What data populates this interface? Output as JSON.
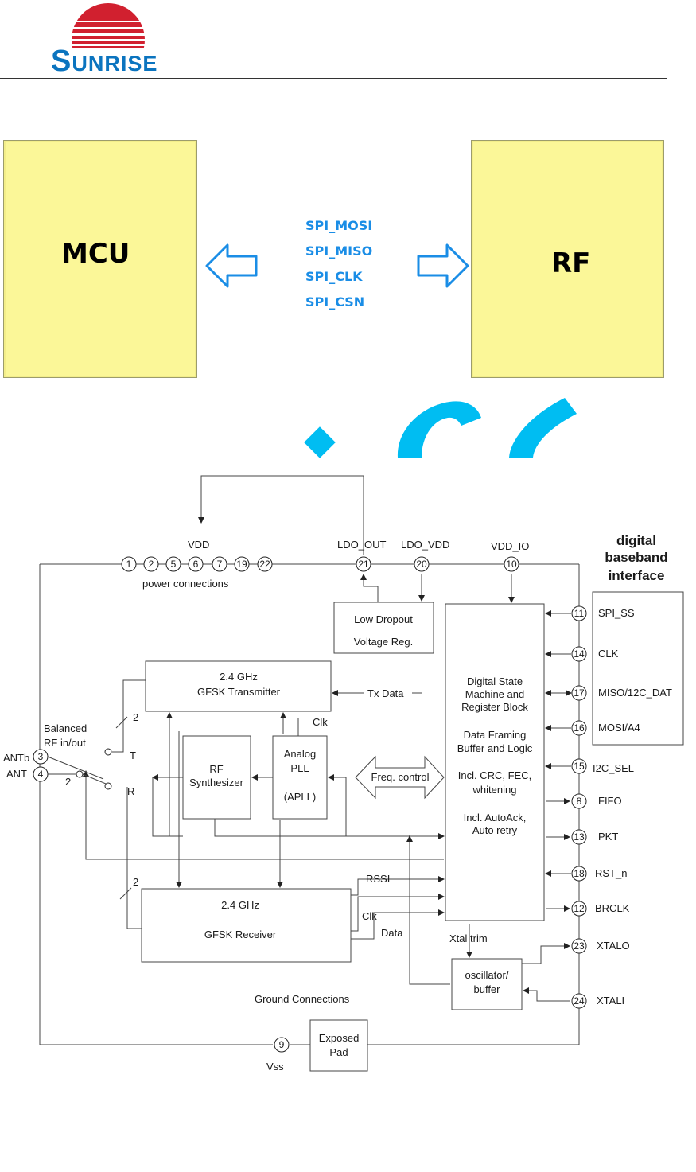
{
  "header": {
    "logo_text_first": "S",
    "logo_text_rest": "UNRISE"
  },
  "top_diagram": {
    "mcu_label": "MCU",
    "rf_label": "RF",
    "spi_signals": [
      "SPI_MOSI",
      "SPI_MISO",
      "SPI_CLK",
      "SPI_CSN"
    ]
  },
  "block_diagram": {
    "title_digital": [
      "digital",
      "baseband",
      "interface"
    ],
    "vdd": "VDD",
    "ldo_out": "LDO_OUT",
    "ldo_vdd": "LDO_VDD",
    "vdd_io": "VDD_IO",
    "power_connections": "power connections",
    "power_pins": [
      "1",
      "2",
      "5",
      "6",
      "7",
      "19",
      "22"
    ],
    "ldo_out_pin": "21",
    "ldo_vdd_pin": "20",
    "vdd_io_pin": "10",
    "ldo_block": [
      "Low Dropout",
      "Voltage Reg."
    ],
    "transmitter": [
      "2.4 GHz",
      "GFSK Transmitter"
    ],
    "receiver": [
      "2.4 GHz",
      "GFSK Receiver"
    ],
    "synth": [
      "RF",
      "Synthesizer"
    ],
    "pll": [
      "Analog",
      "PLL",
      "(APLL)"
    ],
    "freq_control": "Freq. control",
    "tx_data": "Tx Data",
    "clk_a": "Clk",
    "clk_b": "Clk",
    "rssi": "RSSI",
    "data": "Data",
    "xtal_trim": "Xtal trim",
    "oscillator": [
      "oscillator/",
      "buffer"
    ],
    "ground_connections": "Ground Connections",
    "exposed_pad": [
      "Exposed",
      "Pad"
    ],
    "vss": "Vss",
    "vss_pin": "9",
    "balanced": [
      "Balanced",
      "RF in/out"
    ],
    "antb": "ANTb",
    "ant": "ANT",
    "antb_pin": "3",
    "ant_pin": "4",
    "sw_t": "T",
    "sw_r": "R",
    "bus_2a": "2",
    "bus_2b": "2",
    "bus_2c": "2",
    "state_machine": [
      "Digital State",
      "Machine and",
      "Register Block",
      "Data Framing",
      "Buffer and Logic",
      "Incl. CRC, FEC,",
      "whitening",
      "Incl. AutoAck,",
      "Auto retry"
    ],
    "right_pins": [
      {
        "num": "11",
        "label": "SPI_SS"
      },
      {
        "num": "14",
        "label": "CLK"
      },
      {
        "num": "17",
        "label": "MISO/12C_DAT"
      },
      {
        "num": "16",
        "label": "MOSI/A4"
      },
      {
        "num": "15",
        "label": "I2C_SEL"
      },
      {
        "num": "8",
        "label": "FIFO"
      },
      {
        "num": "13",
        "label": "PKT"
      },
      {
        "num": "18",
        "label": "RST_n"
      },
      {
        "num": "12",
        "label": "BRCLK"
      },
      {
        "num": "23",
        "label": "XTALO"
      },
      {
        "num": "24",
        "label": "XTALI"
      }
    ]
  },
  "colors": {
    "logo_red": "#d1202f",
    "logo_blue": "#0b74bf",
    "box_yellow": "#fbf798",
    "arrow_blue": "#1a8de6"
  }
}
